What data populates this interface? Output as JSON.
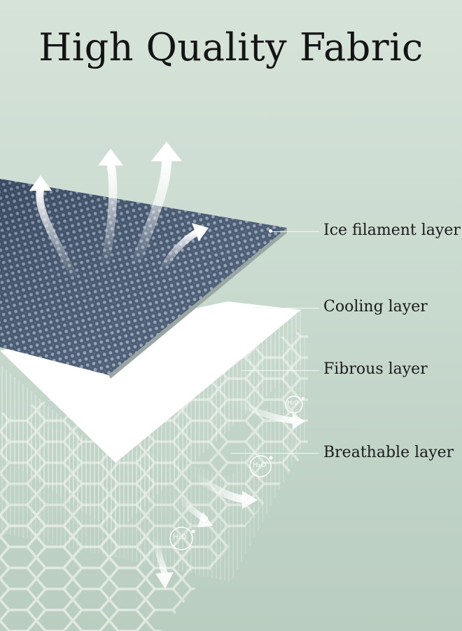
{
  "title": "High Quality Fabric",
  "layers": [
    {
      "name": "ice-filament-layer",
      "label": "Ice filament layer"
    },
    {
      "name": "cooling-layer",
      "label": "Cooling layer"
    },
    {
      "name": "fibrous-layer",
      "label": "Fibrous layer"
    },
    {
      "name": "breathable-layer",
      "label": "Breathable layer"
    }
  ],
  "molecule_label": "H₂O",
  "colors": {
    "background": "#c9dacf",
    "ice_filament": "#4a5d74",
    "cooling_layer": "#ffffff",
    "mesh": "#f2f5ef",
    "arrows": "#ffffff"
  },
  "icons": [
    "airflow-arrow-icon",
    "moisture-arrow-icon",
    "water-molecule-icon"
  ]
}
